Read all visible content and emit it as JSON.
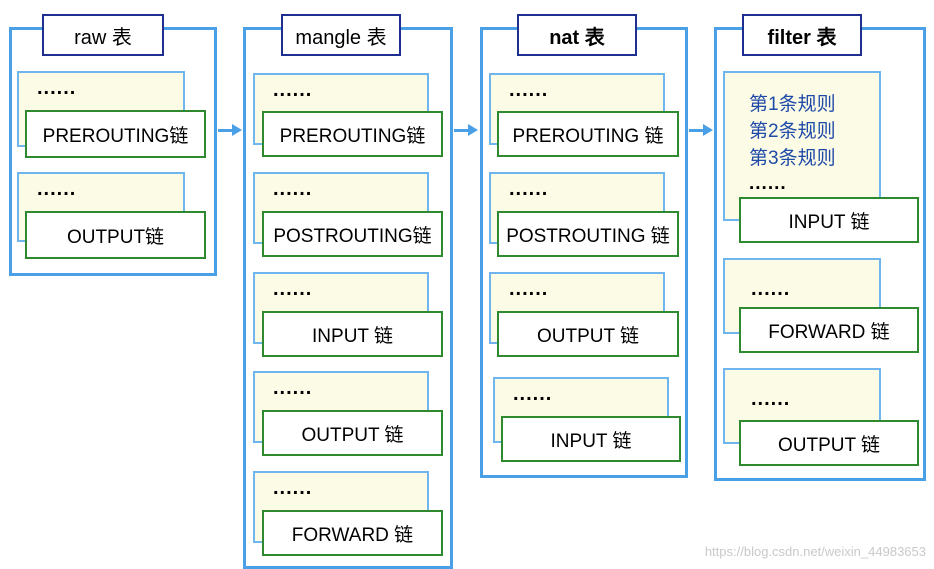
{
  "tables": [
    {
      "name": "raw 表",
      "chains": [
        {
          "dots": "......",
          "label": "PREROUTING链"
        },
        {
          "dots": "......",
          "label": "OUTPUT链"
        }
      ]
    },
    {
      "name": "mangle 表",
      "chains": [
        {
          "dots": "......",
          "label": "PREROUTING链"
        },
        {
          "dots": "......",
          "label": "POSTROUTING链"
        },
        {
          "dots": "......",
          "label": "INPUT 链"
        },
        {
          "dots": "......",
          "label": "OUTPUT 链"
        },
        {
          "dots": "......",
          "label": "FORWARD 链"
        }
      ]
    },
    {
      "name": "nat 表",
      "chains": [
        {
          "dots": "......",
          "label": "PREROUTING 链"
        },
        {
          "dots": "......",
          "label": "POSTROUTING 链"
        },
        {
          "dots": "......",
          "label": "OUTPUT 链"
        },
        {
          "dots": "......",
          "label": "INPUT 链"
        }
      ]
    },
    {
      "name": "filter 表",
      "rules": [
        "第1条规则",
        "第2条规则",
        "第3条规则"
      ],
      "chains": [
        {
          "dots": "......",
          "label": "INPUT 链"
        },
        {
          "dots": "......",
          "label": "FORWARD 链"
        },
        {
          "dots": "......",
          "label": "OUTPUT 链"
        }
      ]
    }
  ],
  "watermark": "https://blog.csdn.net/weixin_44983653",
  "colors": {
    "table_border": "#4aa0e6",
    "title_border": "#1f2f8f",
    "chain_border": "#2f8a2f",
    "dots_card_fill": "#fbfbe6",
    "rule_text": "#1f4aa8"
  }
}
